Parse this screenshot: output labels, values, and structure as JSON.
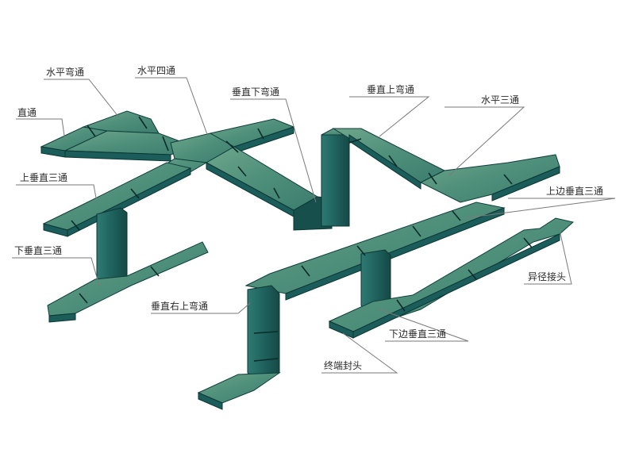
{
  "labels": {
    "straight": "直通",
    "h_elbow": "水平弯通",
    "h_cross": "水平四通",
    "v_down_elbow": "垂直下弯通",
    "v_up_elbow": "垂直上弯通",
    "h_tee": "水平三通",
    "up_v_tee": "上垂直三通",
    "top_side_v_tee": "上边垂直三通",
    "down_v_tee": "下垂直三通",
    "reducer": "异径接头",
    "v_right_up_elbow": "垂直右上弯通",
    "bottom_side_v_tee": "下边垂直三通",
    "end_cap": "终端封头"
  },
  "colors": {
    "tray_top": "#4e8f7a",
    "tray_side": "#1a5d5a",
    "leader": "#7a7a7a",
    "label_text": "#2a2a2a"
  }
}
